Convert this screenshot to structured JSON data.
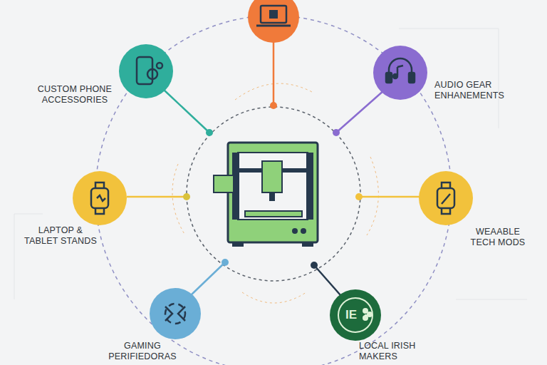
{
  "diagram": {
    "nodes": [
      {
        "text": [
          "CUSTOM PHONE ACCESSORIES"
        ]
      },
      {
        "text": [
          "AUDIO GEAR ENHANEMENTS"
        ]
      },
      {
        "text": [
          "LAPTOP & TABLET STANDS"
        ]
      },
      {
        "text": [
          "WEAABLE TECH MODS"
        ]
      },
      {
        "text": [
          "GAMING PERIFIEDORAS"
        ]
      },
      {
        "text": [
          "IE",
          "LOCAL IRISH MAKERS"
        ]
      }
    ],
    "edges": []
  }
}
